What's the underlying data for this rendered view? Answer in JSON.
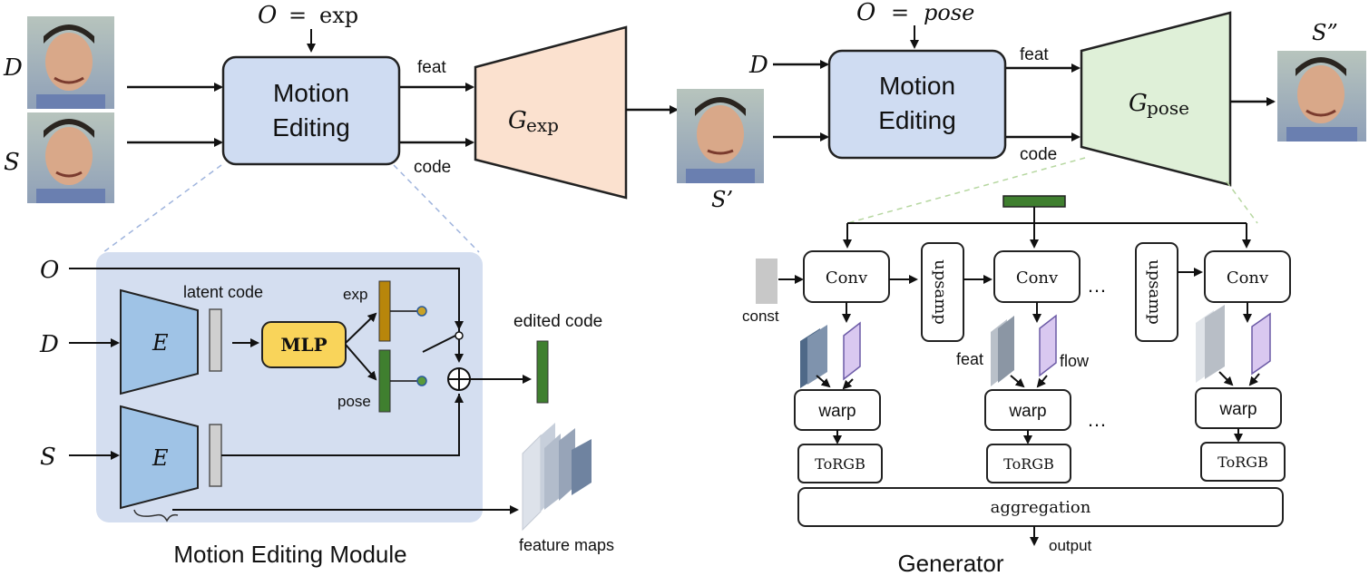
{
  "colors": {
    "motion_box": "#cfdcf2",
    "motion_border": "#222222",
    "gexp_fill": "#fbe1cf",
    "gpose_fill": "#dff0d8",
    "module_bg": "#d4def0",
    "encoder_fill": "#9fc3e6",
    "mlp_fill": "#f9d45a",
    "exp_code": "#b8860b",
    "pose_code": "#3f7f2f",
    "edited_code": "#3f7f2f",
    "latent_bar": "#cfcfcf",
    "flow_fill": "#d9c8f0",
    "feat_fill": "#7f8fa6"
  },
  "top_left": {
    "op_label": "O",
    "op_eq": "=",
    "op_value": "exp",
    "driving_label": "D",
    "source_label": "S",
    "motion_line1": "Motion",
    "motion_line2": "Editing",
    "feat_label": "feat",
    "code_label": "code",
    "generator_label": "G",
    "generator_sub": "exp",
    "output_label": "S’"
  },
  "top_right": {
    "op_label": "O",
    "op_eq": "=",
    "op_value": "pose",
    "driving_label": "D",
    "motion_line1": "Motion",
    "motion_line2": "Editing",
    "feat_label": "feat",
    "code_label": "code",
    "generator_label": "G",
    "generator_sub": "pose",
    "output_label": "S”"
  },
  "module": {
    "o_label": "O",
    "d_label": "D",
    "s_label": "S",
    "encoder_label": "E",
    "latent_label": "latent code",
    "mlp_label": "MLP",
    "exp_label": "exp",
    "pose_label": "pose",
    "edited_label": "edited code",
    "feature_maps_label": "feature maps",
    "title": "Motion Editing Module"
  },
  "generator": {
    "conv_label": "Conv",
    "upsamp_label": "upsamp",
    "const_label": "const",
    "feat_label": "feat",
    "flow_label": "flow",
    "warp_label": "warp",
    "torgb_label": "ToRGB",
    "aggregation_label": "aggregation",
    "output_label": "output",
    "dots": "…",
    "title": "Generator"
  }
}
